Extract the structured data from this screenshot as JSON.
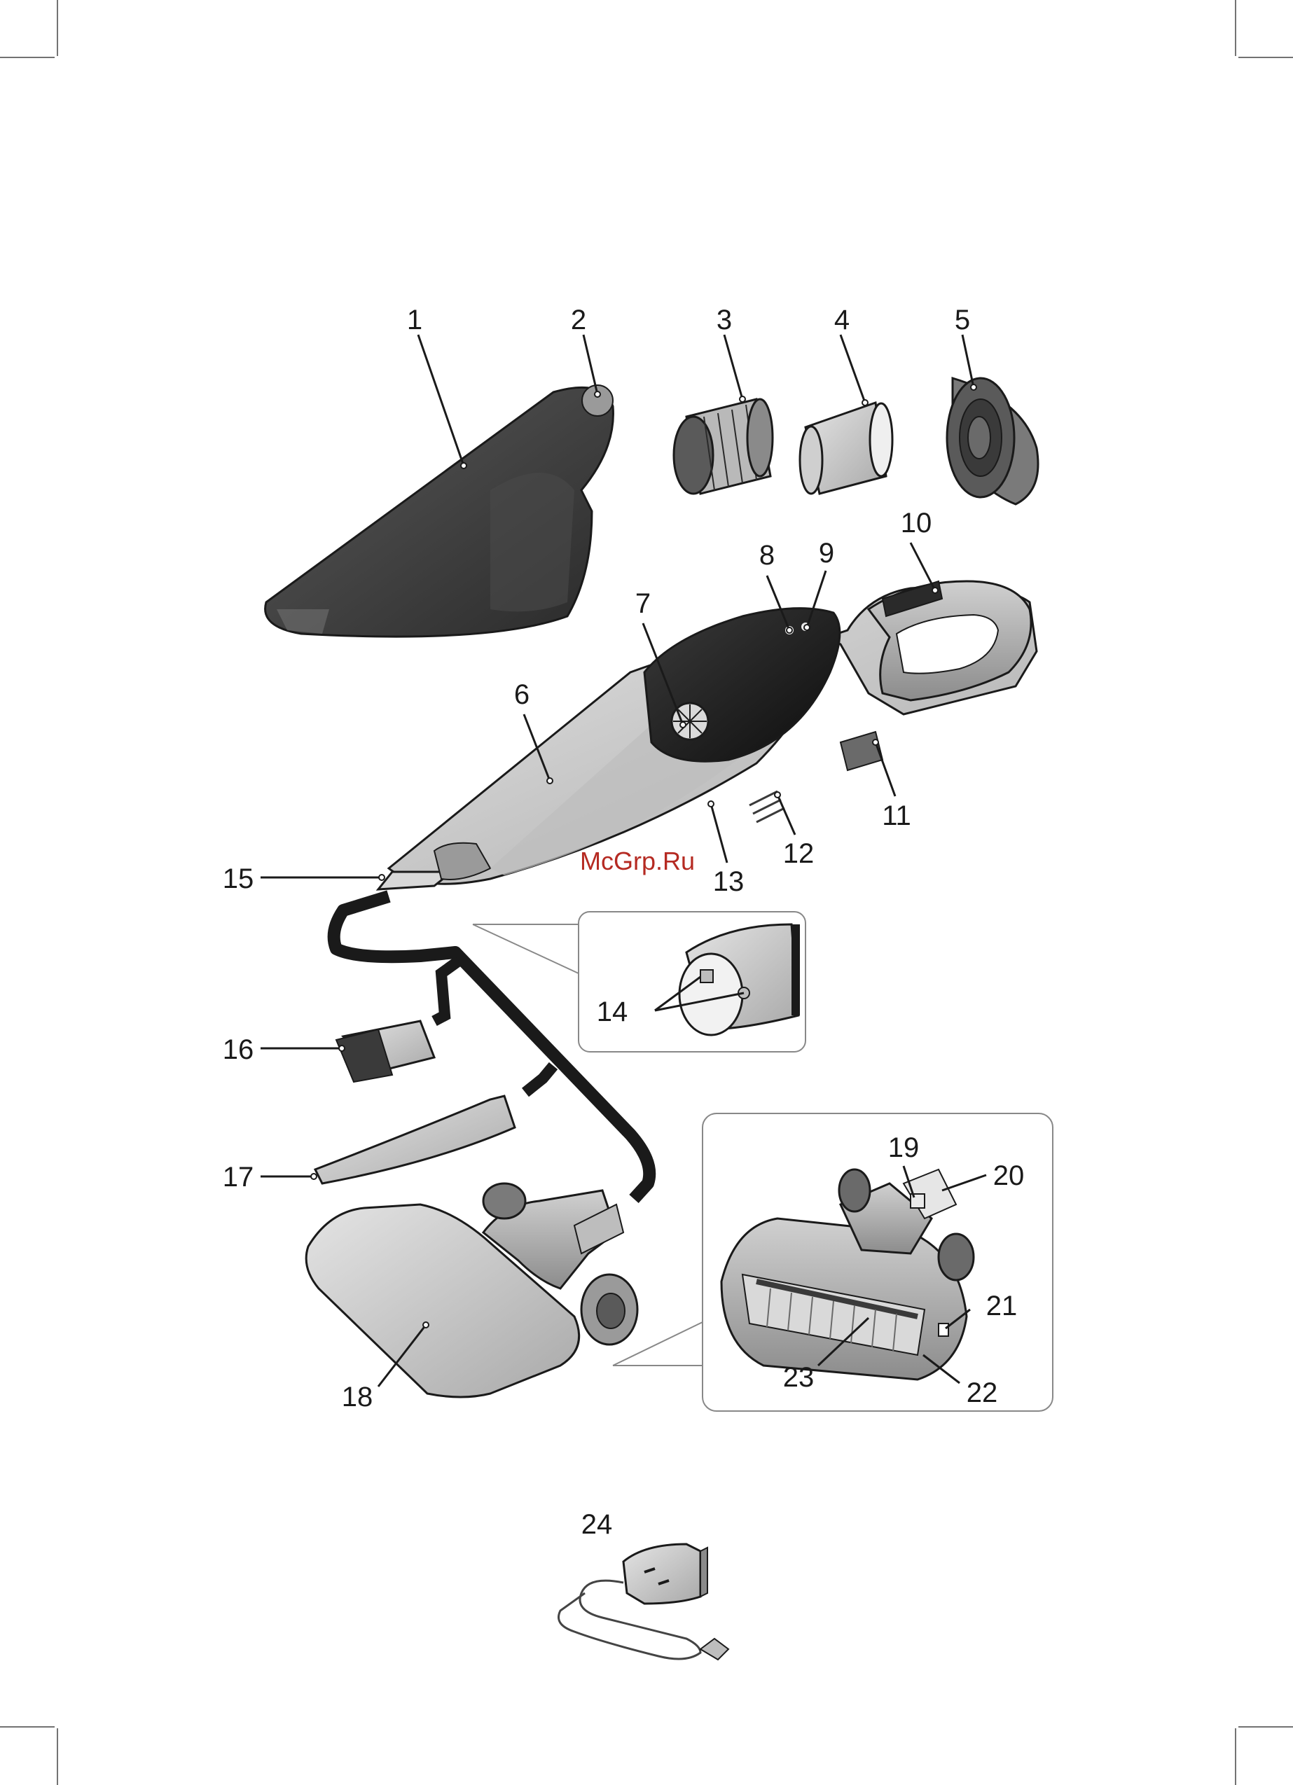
{
  "watermark": "McGrp.Ru",
  "parts": [
    {
      "id": "part-1",
      "label": "1"
    },
    {
      "id": "part-2",
      "label": "2"
    },
    {
      "id": "part-3",
      "label": "3"
    },
    {
      "id": "part-4",
      "label": "4"
    },
    {
      "id": "part-5",
      "label": "5"
    },
    {
      "id": "part-6",
      "label": "6"
    },
    {
      "id": "part-7",
      "label": "7"
    },
    {
      "id": "part-8",
      "label": "8"
    },
    {
      "id": "part-9",
      "label": "9"
    },
    {
      "id": "part-10",
      "label": "10"
    },
    {
      "id": "part-11",
      "label": "11"
    },
    {
      "id": "part-12",
      "label": "12"
    },
    {
      "id": "part-13",
      "label": "13"
    },
    {
      "id": "part-14",
      "label": "14"
    },
    {
      "id": "part-15",
      "label": "15"
    },
    {
      "id": "part-16",
      "label": "16"
    },
    {
      "id": "part-17",
      "label": "17"
    },
    {
      "id": "part-18",
      "label": "18"
    },
    {
      "id": "part-19",
      "label": "19"
    },
    {
      "id": "part-20",
      "label": "20"
    },
    {
      "id": "part-21",
      "label": "21"
    },
    {
      "id": "part-22",
      "label": "22"
    },
    {
      "id": "part-23",
      "label": "23"
    },
    {
      "id": "part-24",
      "label": "24"
    }
  ]
}
